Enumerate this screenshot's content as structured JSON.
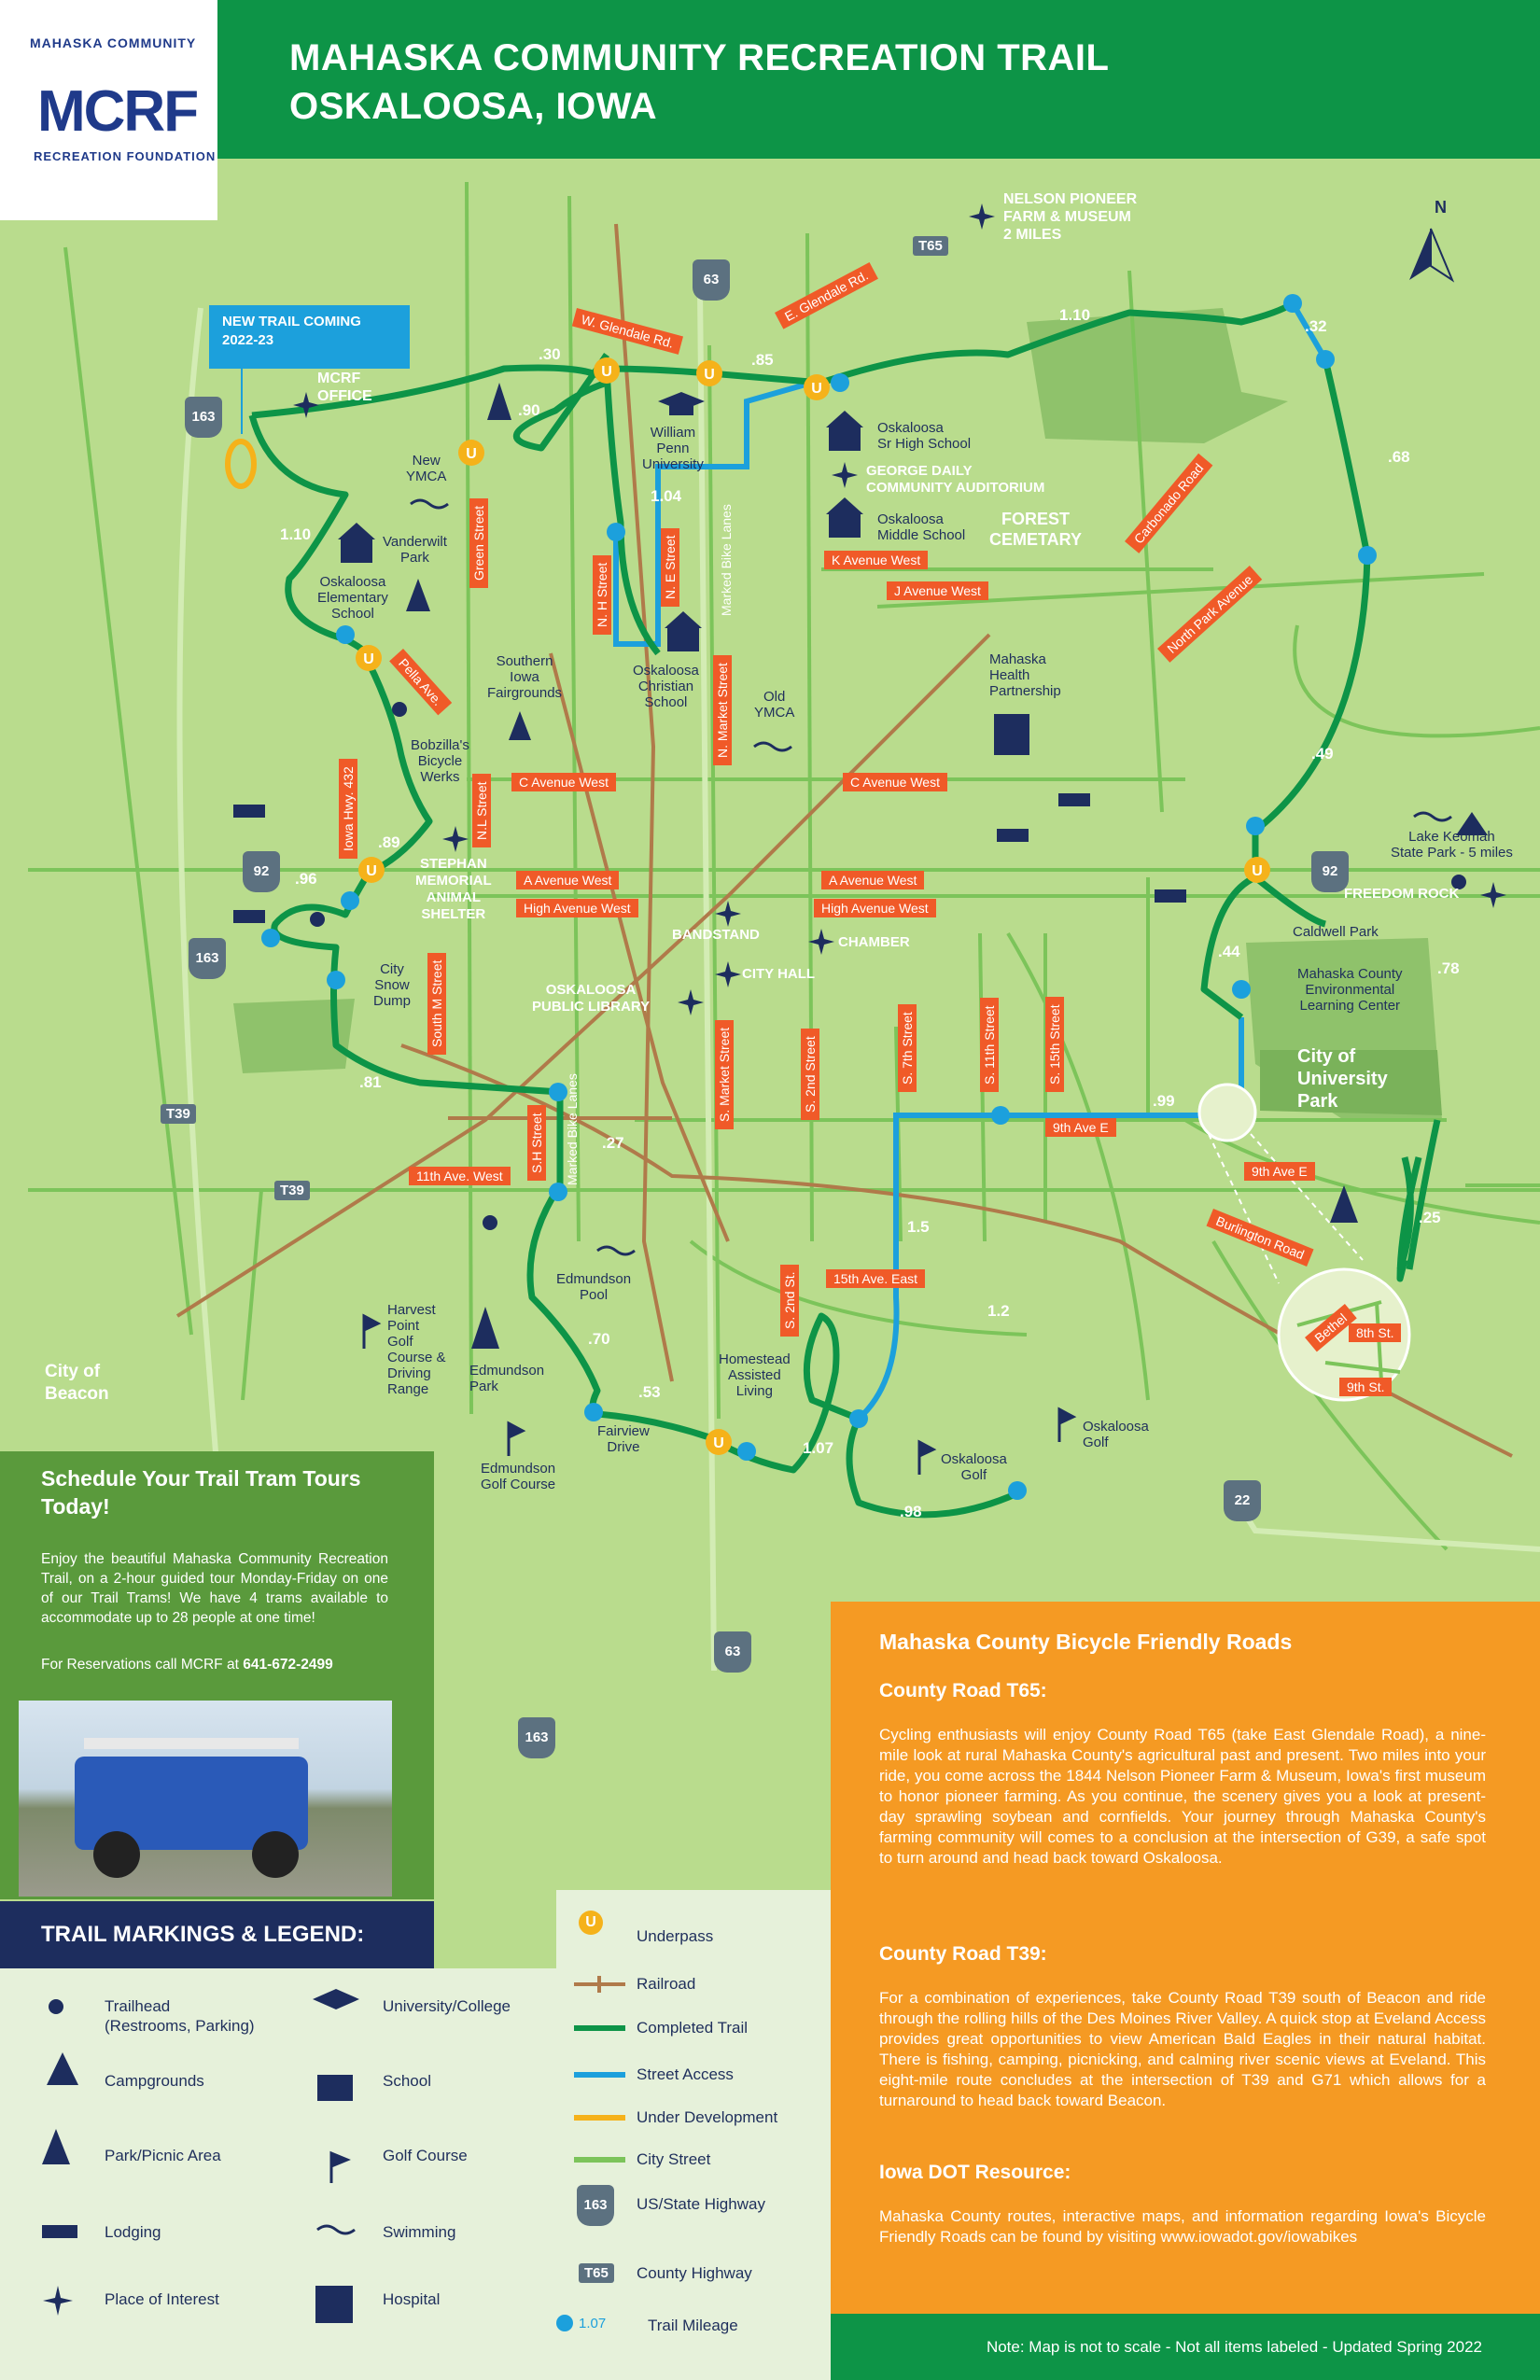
{
  "header": {
    "title_line1": "MAHASKA COMMUNITY RECREATION TRAIL",
    "title_line2": "OSKALOOSA, IOWA",
    "logo_text": "MCRF",
    "logo_top": "MAHASKA COMMUNITY",
    "logo_bottom": "RECREATION FOUNDATION"
  },
  "colors": {
    "header_green": "#0d9447",
    "map_green": "#b9dc8d",
    "trail_completed": "#0d9447",
    "street_access": "#1ca0dc",
    "under_development": "#f5b21a",
    "city_street": "#7cc45a",
    "railroad": "#b07a4a",
    "street_label": "#f05a28",
    "navy": "#1d2d5e",
    "orange_panel": "#f59a23"
  },
  "map": {
    "new_trail": "NEW TRAIL COMING\n2022-23",
    "places": {
      "nelson": "NELSON PIONEER\nFARM & MUSEUM\n2 MILES",
      "mcrf_office": "MCRF\nOFFICE",
      "new_ymca": "New\nYMCA",
      "vanderwilt": "Vanderwilt\nPark",
      "elementary": "Oskaloosa\nElementary\nSchool",
      "southern_iowa": "Southern\nIowa\nFairgrounds",
      "william_penn": "William\nPenn\nUniversity",
      "christian_school": "Oskaloosa\nChristian\nSchool",
      "old_ymca": "Old\nYMCA",
      "sr_high": "Oskaloosa\nSr High School",
      "george_daily": "GEORGE DAILY\nCOMMUNITY AUDITORIUM",
      "middle_school": "Oskaloosa\nMiddle School",
      "forest_cemetery": "FOREST\nCEMETARY",
      "health": "Mahaska\nHealth\nPartnership",
      "bobzilla": "Bobzilla's\nBicycle\nWerks",
      "stephan": "STEPHAN\nMEMORIAL\nANIMAL\nSHELTER",
      "bandstand": "BANDSTAND",
      "chamber": "CHAMBER",
      "city_hall": "CITY HALL",
      "library": "OSKALOOSA\nPUBLIC LIBRARY",
      "snow_dump": "City\nSnow\nDump",
      "lake_keomah": "Lake Keomah\nState Park - 5 miles",
      "freedom_rock": "FREEDOM ROCK",
      "caldwell": "Caldwell Park",
      "env_center": "Mahaska County\nEnvironmental\nLearning Center",
      "univ_park": "City of\nUniversity\nPark",
      "edmundson_pool": "Edmundson\nPool",
      "harvest_point": "Harvest\nPoint\nGolf\nCourse &\nDriving\nRange",
      "edmundson_park": "Edmundson\nPark",
      "edmundson_golf": "Edmundson\nGolf Course",
      "fairview": "Fairview\nDrive",
      "homestead": "Homestead\nAssisted\nLiving",
      "osk_golf1": "Oskaloosa\nGolf",
      "osk_golf2": "Oskaloosa\nGolf",
      "beacon": "City of\nBeacon"
    },
    "miles": [
      ".30",
      ".85",
      ".90",
      "1.10",
      ".32",
      ".68",
      "1.10",
      "1.04",
      ".49",
      ".89",
      ".96",
      ".44",
      ".78",
      ".81",
      ".27",
      ".99",
      ".25",
      "1.5",
      "1.2",
      ".70",
      ".53",
      "1.07",
      ".98"
    ],
    "streets": {
      "w_glendale": "W. Glendale Rd.",
      "e_glendale": "E. Glendale Rd.",
      "carbonado": "Carbonado Road",
      "k_ave": "K Avenue West",
      "j_ave": "J Avenue West",
      "north_park": "North Park Avenue",
      "green_st": "Green Street",
      "nh_st": "N. H Street",
      "ne_st": "N. E Street",
      "marked_bike_n": "Marked Bike Lanes",
      "n_market": "N. Market Street",
      "pella": "Pella Ave.",
      "iowa_432": "Iowa Hwy. 432",
      "nl_st": "N.L Street",
      "c_ave_w1": "C Avenue West",
      "c_ave_w2": "C Avenue West",
      "a_ave_w1": "A Avenue West",
      "a_ave_w2": "A Avenue West",
      "high_ave1": "High Avenue West",
      "high_ave2": "High Avenue West",
      "s_m_st": "South M Street",
      "s_market": "S. Market Street",
      "s_2nd": "S. 2nd Street",
      "s_7th": "S. 7th Street",
      "s_11th": "S. 11th Street",
      "s_15th": "S. 15th Street",
      "ninth_ave_e1": "9th Ave E",
      "ninth_ave_e2": "9th Ave E",
      "burlington": "Burlington Road",
      "sh_st": "S.H Street",
      "marked_bike_s": "Marked Bike Lanes",
      "eleventh_ave": "11th Ave. West",
      "fifteenth_ave": "15th Ave. East",
      "s_2nd_st": "S. 2nd St.",
      "bethel": "Bethel",
      "eighth_st": "8th St.",
      "ninth_st": "9th St."
    },
    "highways": [
      "63",
      "163",
      "92",
      "163",
      "92",
      "22",
      "63",
      "163"
    ],
    "county_roads": [
      "T65",
      "T39",
      "T39"
    ],
    "north": "N"
  },
  "schedule": {
    "title": "Schedule Your Trail Tram Tours Today!",
    "body": "Enjoy the beautiful Mahaska Community Recreation Trail, on a 2-hour guided tour Monday-Friday on one of our Trail Trams! We have 4 trams available to accommodate up to 28 people at one time!",
    "reservations_prefix": "For Reservations call MCRF at ",
    "phone": "641-672-2499"
  },
  "legend": {
    "title": "TRAIL MARKINGS & LEGEND:",
    "items": {
      "trailhead": "Trailhead\n(Restrooms, Parking)",
      "campgrounds": "Campgrounds",
      "park": "Park/Picnic Area",
      "lodging": "Lodging",
      "interest": "Place of Interest",
      "university": "University/College",
      "school": "School",
      "golf": "Golf Course",
      "swimming": "Swimming",
      "hospital": "Hospital",
      "underpass": "Underpass",
      "railroad": "Railroad",
      "completed": "Completed Trail",
      "street_access": "Street Access",
      "under_dev": "Under Development",
      "city_street": "City Street",
      "us_hwy": "US/State Highway",
      "county_hwy": "County Highway",
      "mileage": "Trail Mileage",
      "hwy_sample": "163",
      "cty_sample": "T65",
      "mile_sample": "1.07"
    }
  },
  "bike_roads": {
    "title": "Mahaska County Bicycle Friendly Roads",
    "t65_title": "County Road T65:",
    "t65_body": "Cycling enthusiasts will enjoy County Road T65 (take East Glendale Road), a nine-mile look at rural Mahaska County's agricultural past and present. Two miles into your ride, you come across the 1844 Nelson Pioneer Farm & Museum, Iowa's first museum to honor pioneer farming. As you continue, the scenery gives you a look at present-day sprawling soybean and cornfields. Your journey through Mahaska County's farming community will comes to a conclusion at the intersection of G39, a safe spot to turn around and head back toward Oskaloosa.",
    "t39_title": "County Road T39:",
    "t39_body": "For a combination of experiences, take County Road T39 south of Beacon and ride through the rolling hills of the Des Moines River Valley. A quick stop at Eveland Access provides great opportunities to view American Bald Eagles in their natural habitat. There is fishing, camping, picnicking, and calming river scenic views at Eveland. This eight-mile route concludes at the intersection of T39 and G71 which allows for a turnaround to head back toward Beacon.",
    "dot_title": "Iowa DOT Resource:",
    "dot_body": "Mahaska County routes, interactive maps, and information regarding Iowa's Bicycle Friendly Roads can be found by visiting www.iowadot.gov/iowabikes"
  },
  "note": "Note: Map is not to scale - Not all items labeled - Updated Spring 2022"
}
